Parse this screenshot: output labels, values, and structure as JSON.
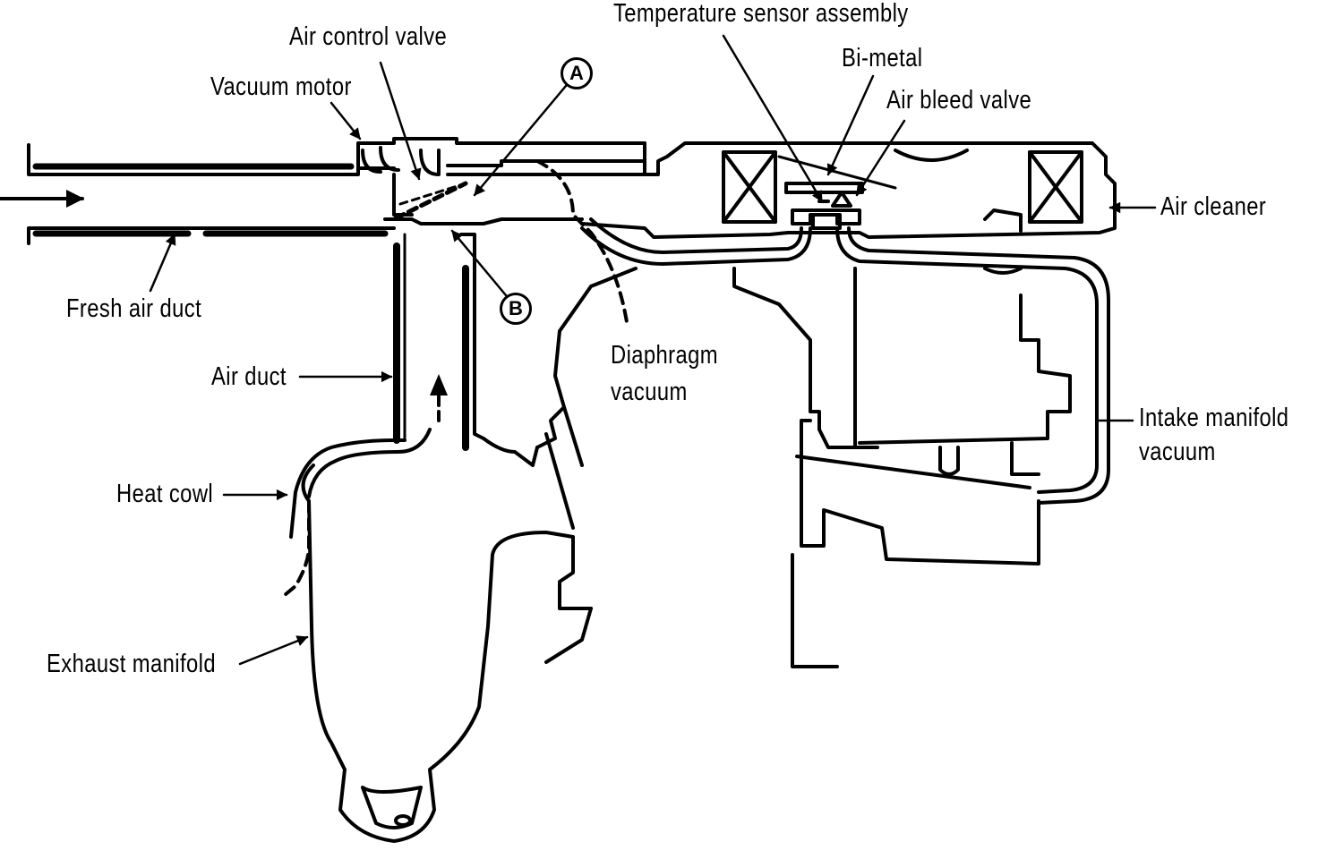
{
  "labels": {
    "air_control_valve": "Air control valve",
    "vacuum_motor": "Vacuum motor",
    "marker_a": "A",
    "temp_sensor": "Temperature sensor assembly",
    "bi_metal": "Bi-metal",
    "air_bleed_valve": "Air bleed valve",
    "air_cleaner": "Air cleaner",
    "fresh_air_duct": "Fresh air duct",
    "marker_b": "B",
    "diaphragm_vacuum_1": "Diaphragm",
    "diaphragm_vacuum_2": "vacuum",
    "air_duct": "Air duct",
    "intake_manifold_vacuum_1": "Intake manifold",
    "intake_manifold_vacuum_2": "vacuum",
    "heat_cowl": "Heat cowl",
    "exhaust_manifold": "Exhaust manifold"
  },
  "colors": {
    "line": "#000000",
    "background": "#ffffff"
  }
}
